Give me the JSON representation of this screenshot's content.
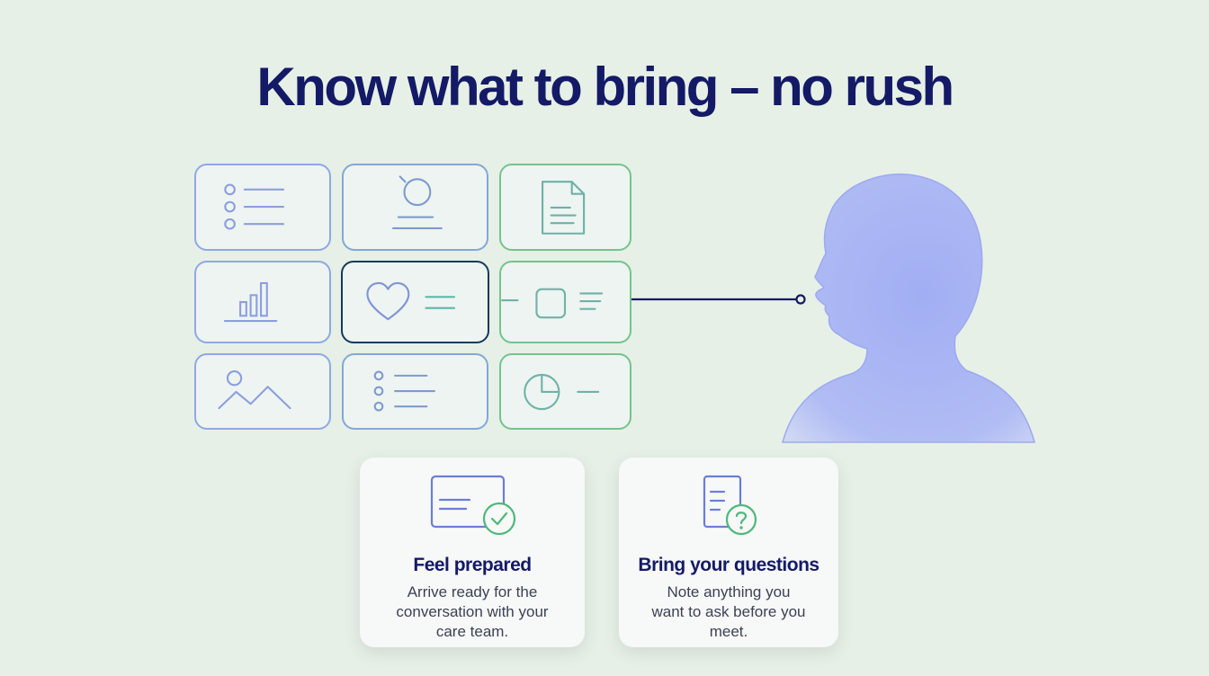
{
  "headline": "Know what to bring – no rush",
  "colors": {
    "background": "#e6f0e6",
    "heading": "#141a66",
    "tile_border_blue": "#8fa8e6",
    "tile_border_mixed": "#78b6c8",
    "tile_border_green": "#74c48e",
    "selected_border": "#163a5c",
    "person": "#a7b3f3",
    "check_green": "#4fb87a"
  },
  "tiles": [
    {
      "id": "checklist",
      "icon": "list-icon"
    },
    {
      "id": "search-record",
      "icon": "search-icon"
    },
    {
      "id": "document",
      "icon": "document-icon"
    },
    {
      "id": "chart",
      "icon": "bar-chart-icon"
    },
    {
      "id": "health",
      "icon": "heart-icon",
      "selected": true
    },
    {
      "id": "note",
      "icon": "square-icon"
    },
    {
      "id": "image",
      "icon": "image-icon"
    },
    {
      "id": "list",
      "icon": "list-icon"
    },
    {
      "id": "pie",
      "icon": "pie-chart-icon"
    }
  ],
  "cards": [
    {
      "icon": "card-check-icon",
      "title": "Feel prepared",
      "body": "Arrive ready for the conversation with your care team."
    },
    {
      "icon": "document-question-icon",
      "title": "Bring your questions",
      "body": "Note anything you want to ask before you meet."
    }
  ]
}
